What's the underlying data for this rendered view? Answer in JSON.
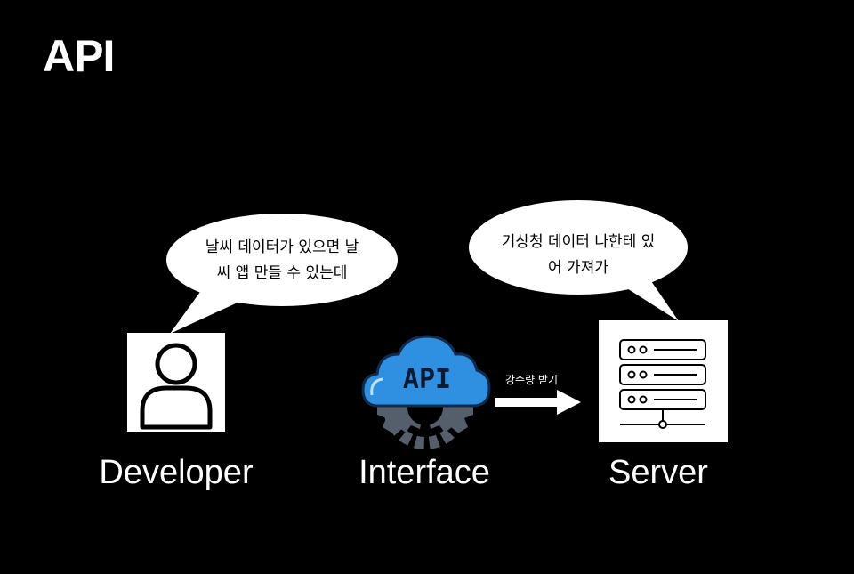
{
  "title": "API",
  "developer": {
    "label": "Developer",
    "speech_line1": "날씨 데이터가 있으면 날",
    "speech_line2": "씨 앱 만들 수 있는데"
  },
  "interface": {
    "label": "Interface",
    "cloud_text": "API"
  },
  "server": {
    "label": "Server",
    "speech_line1": "기상청 데이터 나한테 있",
    "speech_line2": "어 가져가"
  },
  "arrow": {
    "label": "강수량 받기"
  },
  "colors": {
    "background": "#000000",
    "cloud": "#2f8fe0",
    "gear": "#555e6b",
    "text": "#ffffff"
  }
}
